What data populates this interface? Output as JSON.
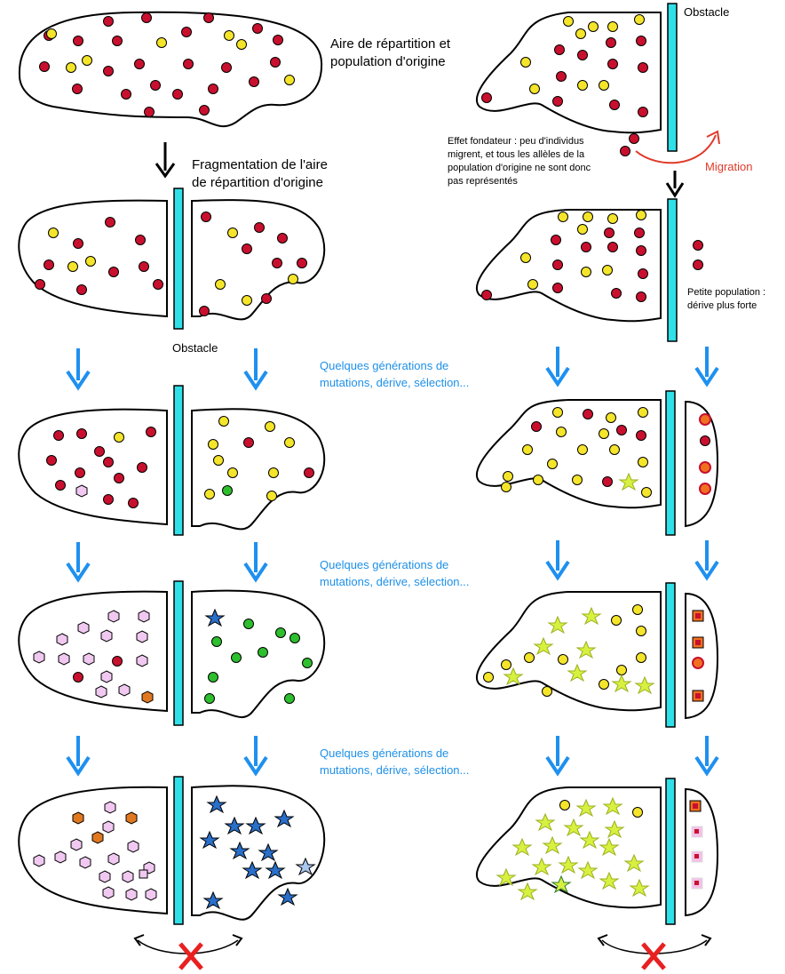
{
  "labels": {
    "range_origin": [
      "Aire de répartition et",
      "population d'origine"
    ],
    "fragmentation": [
      "Fragmentation de l'aire",
      "de répartition d'origine"
    ],
    "obstacle_left": "Obstacle",
    "obstacle_right": "Obstacle",
    "founder_effect": [
      "Effet fondateur : peu d'individus",
      "migrent, et tous les allèles de la",
      "population d'origine ne sont donc",
      "pas représentés"
    ],
    "migration": "Migration",
    "small_population": [
      "Petite population :",
      "dérive plus forte"
    ],
    "generations_1": [
      "Quelques générations de",
      "mutations,  dérive, sélection..."
    ],
    "generations_2": [
      "Quelques générations de",
      "mutations,  dérive, sélection..."
    ],
    "generations_3": [
      "Quelques générations de",
      "mutations,  dérive, sélection..."
    ]
  },
  "legend_colors": {
    "allele_red": "#c8102e",
    "allele_yellow": "#f5e52a",
    "allele_green": "#2dbf2d",
    "allele_pink_hexagon": "#f0c8f0",
    "allele_orange_hexagon": "#e07820",
    "allele_blue_star": "#2a6fc9",
    "allele_lightgreen_star": "#d8f040",
    "allele_orange_dot": "#f07020",
    "allele_pink_square": "#f4c0e8",
    "obstacle_bar": "#30e0e8",
    "progression_arrow": "#1e90f0",
    "migration_arrow": "#e03a2a",
    "no_gene_flow_cross": "#e82020"
  }
}
